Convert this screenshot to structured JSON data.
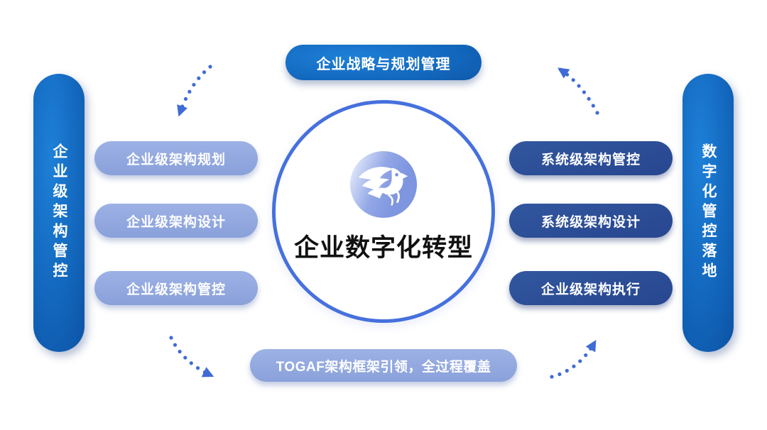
{
  "header": {
    "top_banner": "企业战略与规划管理"
  },
  "center": {
    "title": "企业数字化转型",
    "logo_icon": "bird-wing-logo"
  },
  "left_rail": {
    "label": "企业级架构管控"
  },
  "right_rail": {
    "label": "数字化管控落地"
  },
  "left_items": [
    "企业级架构规划",
    "企业级架构设计",
    "企业级架构管控"
  ],
  "right_items": [
    "系统级架构管控",
    "系统级架构设计",
    "企业级架构执行"
  ],
  "footer": {
    "bottom_banner": "TOGAF架构框架引领，全过程覆盖"
  },
  "colors": {
    "deep_blue_gradient_start": "#1e80d8",
    "deep_blue_gradient_end": "#0a4796",
    "light_periwinkle": "#91a6dd",
    "dark_navy": "#2b4d9f",
    "circle_border": "#4670dd",
    "arrow_blue": "#3f6bd6",
    "logo_fill": "#7e95e0",
    "title_text": "#111111",
    "background": "#ffffff"
  },
  "arrows": [
    {
      "name": "top-left",
      "direction": "down-left"
    },
    {
      "name": "top-right",
      "direction": "up-left"
    },
    {
      "name": "bottom-left",
      "direction": "down-right"
    },
    {
      "name": "bottom-right",
      "direction": "up-right"
    }
  ]
}
